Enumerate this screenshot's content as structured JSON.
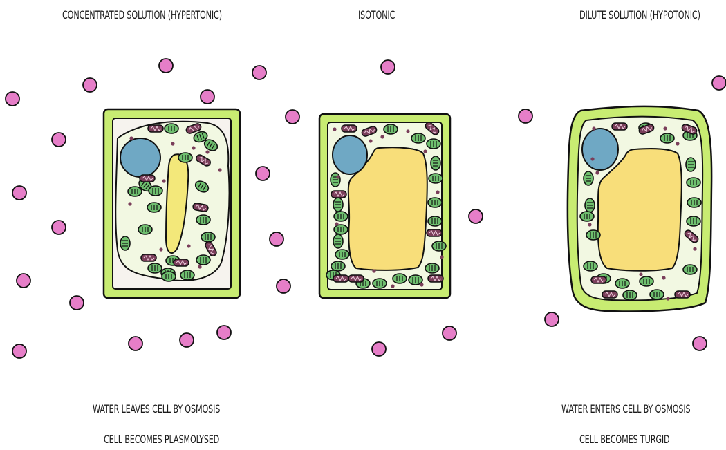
{
  "titles": {
    "hypertonic": "CONCENTRATED SOLUTION (HYPERTONIC)",
    "isotonic": "ISOTONIC",
    "hypotonic": "DILUTE SOLUTION (HYPOTONIC)"
  },
  "captions": {
    "hypertonic_line1": "WATER LEAVES CELL BY OSMOSIS",
    "hypertonic_line2": "CELL BECOMES PLASMOLYSED",
    "hypotonic_line1": "WATER ENTERS CELL BY OSMOSIS",
    "hypotonic_line2": "CELL BECOMES TURGID"
  },
  "colors": {
    "cell_wall": "#c8ec72",
    "cytoplasm": "#f2f8e2",
    "vacuole": "#f8de7a",
    "plasmolysed_vacuole": "#f3e87a",
    "nucleus": "#6fa8c4",
    "chloroplast": "#6fbf6f",
    "mitochondrion": "#7a3e5a",
    "water_molecule": "#e67ec8",
    "gap": "#f6f3ee"
  }
}
